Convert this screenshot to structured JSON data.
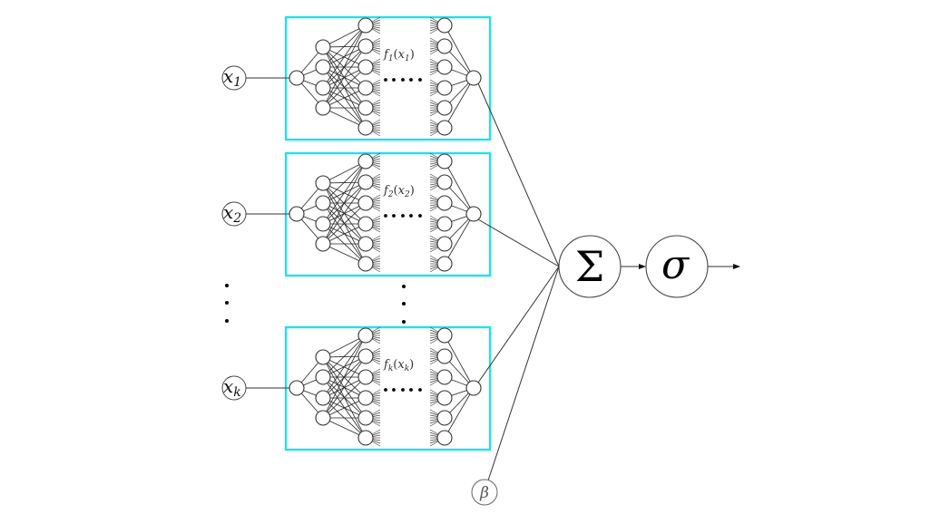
{
  "diagram": {
    "title": "",
    "subnetworks": [
      {
        "id": "net-1",
        "input_label": "x",
        "input_sub": "1",
        "function_label": "f",
        "function_sub": "1",
        "function_arg": "x",
        "function_arg_sub": "1"
      },
      {
        "id": "net-2",
        "input_label": "x",
        "input_sub": "2",
        "function_label": "f",
        "function_sub": "2",
        "function_arg": "x",
        "function_arg_sub": "2"
      },
      {
        "id": "net-k",
        "input_label": "x",
        "input_sub": "k",
        "function_label": "f",
        "function_sub": "k",
        "function_arg": "x",
        "function_arg_sub": "k"
      }
    ],
    "layer_sizes": [
      1,
      4,
      6,
      6,
      1
    ],
    "ellipsis_between_layers": "......",
    "vertical_ellipsis": "⋮",
    "sum_node": {
      "symbol": "Σ",
      "meaning": "sum"
    },
    "activation_node": {
      "symbol": "σ",
      "meaning": "sigmoid"
    },
    "bias_node": {
      "symbol": "β",
      "meaning": "bias"
    },
    "colors": {
      "box_border": "#22e0ec",
      "stroke": "#333333",
      "bias": "#555555"
    }
  }
}
